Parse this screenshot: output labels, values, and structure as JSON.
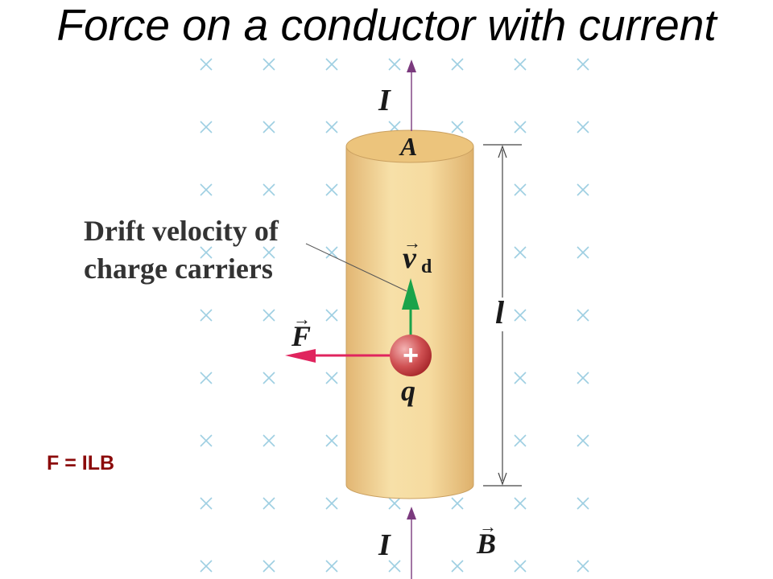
{
  "title": "Force on a conductor with current",
  "labels": {
    "current_top": "I",
    "current_bottom": "I",
    "area": "A",
    "drift_line1": "Drift velocity of",
    "drift_line2": "charge carriers",
    "velocity_symbol": "v",
    "velocity_subscript": "d",
    "force_symbol": "F",
    "length": "l",
    "charge": "q",
    "charge_sign": "+",
    "field_symbol": "B",
    "vector_arrow": "→"
  },
  "formula": "F = ILB",
  "colors": {
    "field_marks": "#9ecfe2",
    "conductor_body": "#f3d79a",
    "conductor_top": "#eec67e",
    "current_arrow": "#7b3a7e",
    "velocity_arrow": "#1aa34a",
    "force_arrow": "#e0245e",
    "charge": "#c9484b",
    "formula": "#8b0a0a"
  },
  "field_direction": "into page"
}
